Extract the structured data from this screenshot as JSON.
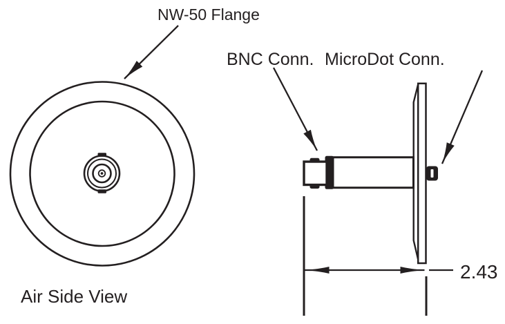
{
  "page": {
    "background": "#ffffff",
    "ink_color": "#231f20",
    "drawing_type": "vacuum feedthrough flange technical drawing"
  },
  "annotations": {
    "flange_label": "NW-50 Flange",
    "bnc_label": "BNC Conn.",
    "microdot_label": "MicroDot Conn.",
    "front_view_caption": "Air Side View",
    "overall_length_dimension": "2.43"
  }
}
